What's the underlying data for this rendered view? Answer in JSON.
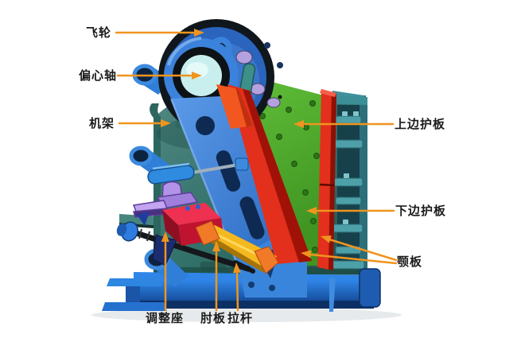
{
  "diagram": {
    "labels": {
      "flywheel": "飞轮",
      "eccentric_shaft": "偏心轴",
      "frame": "机架",
      "upper_side_guard": "上边护板",
      "lower_side_guard": "下边护板",
      "jaw_plate": "颚板",
      "adjustment_seat": "调整座",
      "toggle_plate": "肘板",
      "tie_rod": "拉杆"
    }
  },
  "annotation": {
    "line_color": "#F0941F",
    "text_color": "#1b1b1b"
  },
  "palette": {
    "frame_teal": "#3a776f",
    "side_wall_teal": "#4da0a8",
    "liner_green": "#55b42d",
    "jaw_red": "#e2301c",
    "pitman_blue": "#3a85dc",
    "flywheel_rim_black": "#10171c",
    "flywheel_disc_blue": "#2a64bd",
    "eccentric_bore_cyan": "#c8efee",
    "toggle_yellow": "#f6b81f",
    "adjustment_crimson": "#d81b34",
    "bracket_purple": "#b393e8",
    "base_blue": "#2270cc",
    "background": "#ffffff"
  }
}
